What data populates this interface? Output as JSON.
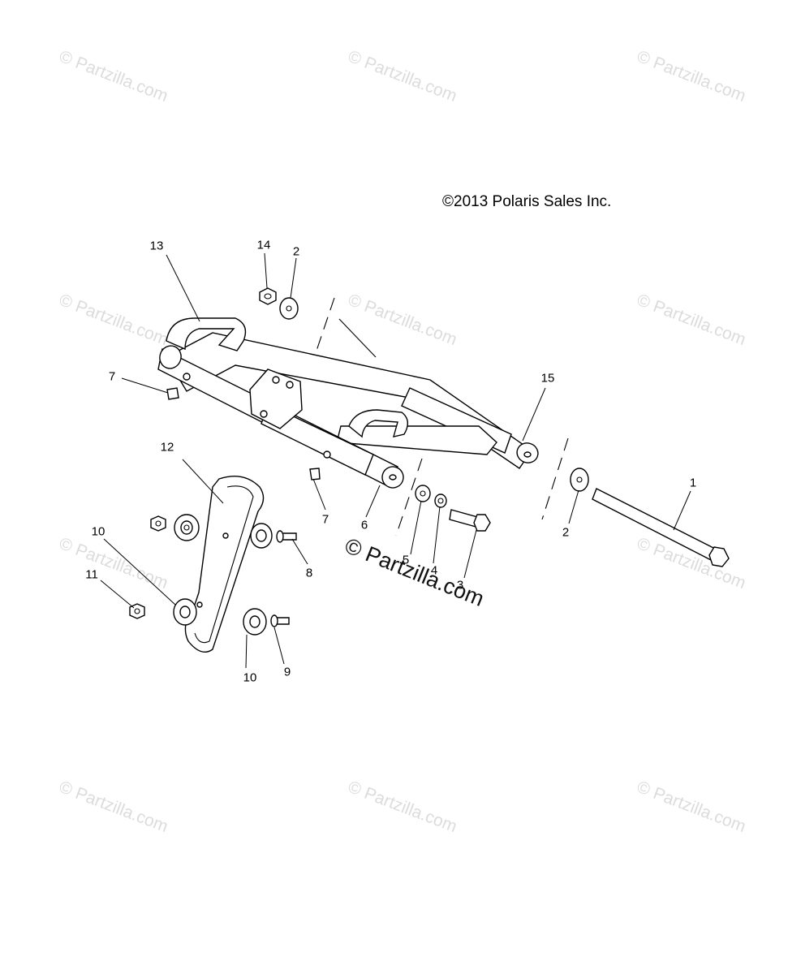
{
  "watermark": {
    "text": "© Partzilla.com",
    "prominent_text": "© Partzilla.com"
  },
  "copyright": "©2013 Polaris Sales Inc.",
  "callouts": {
    "c1": "1",
    "c2a": "2",
    "c2b": "2",
    "c3": "3",
    "c4": "4",
    "c5": "5",
    "c6": "6",
    "c7a": "7",
    "c7b": "7",
    "c8": "8",
    "c9": "9",
    "c10a": "10",
    "c10b": "10",
    "c11": "11",
    "c12": "12",
    "c13": "13",
    "c14": "14",
    "c15": "15"
  }
}
